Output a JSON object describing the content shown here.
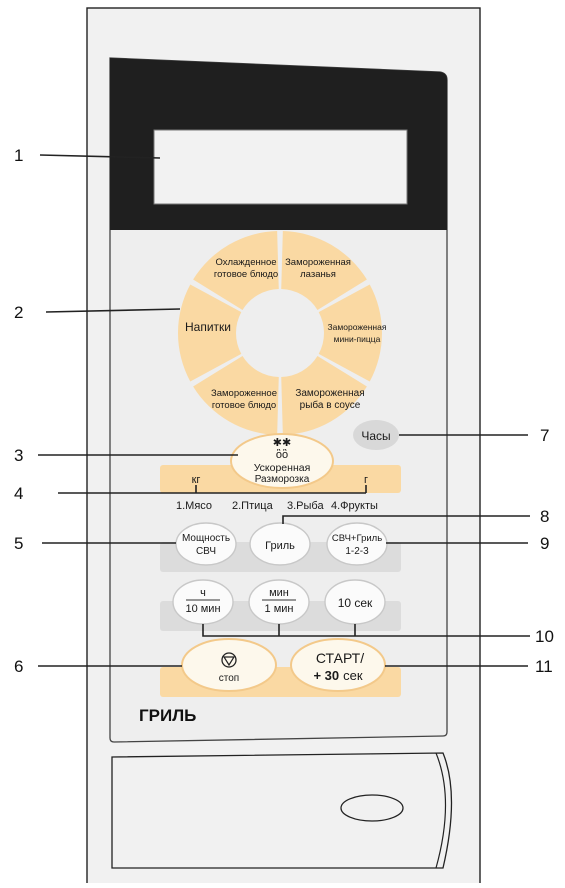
{
  "callouts": [
    "1",
    "2",
    "3",
    "4",
    "5",
    "6",
    "7",
    "8",
    "9",
    "10",
    "11"
  ],
  "dial": {
    "segments": [
      [
        "Охлажденное",
        "готовое блюдо"
      ],
      [
        "Замороженная",
        "лазанья"
      ],
      [
        "Замороженная",
        "мини-пицца"
      ],
      [
        "Замороженная",
        "рыба в соусе"
      ],
      [
        "Замороженное",
        "готовое блюдо"
      ],
      [
        "Напитки"
      ]
    ]
  },
  "clock_button": "Часы",
  "defrost": {
    "icon": "snowflake-drops-icon",
    "label_line1": "Ускоренная",
    "label_line2": "Разморозка",
    "unit_left": "кг",
    "unit_right": "г",
    "categories": [
      "1.Мясо",
      "2.Птица",
      "3.Рыба",
      "4.Фрукты"
    ]
  },
  "row_power": {
    "power_line1": "Мощность",
    "power_line2": "СВЧ",
    "grill": "Гриль",
    "combo_line1": "СВЧ+Гриль",
    "combo_line2": "1-2-3"
  },
  "row_time": {
    "hour_top": "ч",
    "hour_bottom": "10 мин",
    "min_top": "мин",
    "min_bottom": "1 мин",
    "sec": "10 сек"
  },
  "stop": {
    "icon": "stop-icon",
    "label": "стоп"
  },
  "start": {
    "line1": "СТАРТ/",
    "line2_bold": "+ 30",
    "line2_rest": "сек"
  },
  "brand": "ГРИЛЬ",
  "colors": {
    "accent": "#fad9a3",
    "panel": "#f1f1f1",
    "display": "#1f1f1f",
    "gray_strip": "#dcdcdc"
  }
}
